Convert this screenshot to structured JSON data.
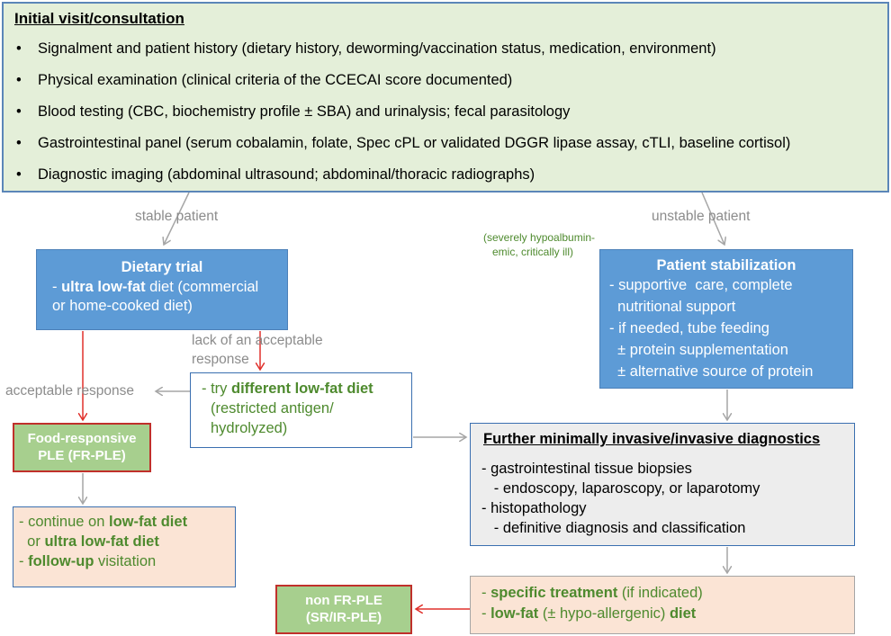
{
  "initial": {
    "title": "Initial visit/consultation",
    "items": [
      "Signalment and patient history (dietary history, deworming/vaccination status, medication, environment)",
      "Physical examination (clinical criteria of the  CCECAI score documented)",
      "Blood testing (CBC, biochemistry profile ± SBA) and urinalysis; fecal parasitology",
      "Gastrointestinal panel (serum cobalamin, folate, Spec cPL or validated DGGR lipase assay, cTLI, baseline cortisol)",
      "Diagnostic imaging (abdominal ultrasound;  abdominal/thoracic  radiographs)"
    ]
  },
  "labels": {
    "stable": "stable  patient",
    "unstable": "unstable  patient",
    "severe_line1": "(severely hypoalbumin-",
    "severe_line2": "emic, critically ill)",
    "lack_line1": "lack of an acceptable",
    "lack_line2": "response",
    "acceptable": "acceptable  response"
  },
  "dietary": {
    "title": "Dietary trial",
    "line1_prefix": "- ",
    "line1_bold": "ultra low-fat",
    "line1_rest": " diet (commercial",
    "line2": "or home-cooked  diet)"
  },
  "stabilization": {
    "title": "Patient stabilization",
    "lines": [
      "- supportive  care, complete",
      "  nutritional support",
      "- if needed, tube feeding",
      "  ± protein supplementation",
      "  ± alternative source of protein"
    ]
  },
  "try_diet": {
    "prefix": "- try ",
    "bold": "different low-fat diet",
    "line2": "(restricted antigen/",
    "line3": "hydrolyzed)"
  },
  "fr_ple": {
    "line1": "Food-responsive",
    "line2": "PLE (FR-PLE)"
  },
  "continue": {
    "l1_prefix": "- continue on ",
    "l1_bold": "low-fat diet",
    "l2_prefix": "  or ",
    "l2_bold": "ultra low-fat diet",
    "l3_prefix": "- ",
    "l3_bold": "follow-up",
    "l3_rest": " visitation"
  },
  "further": {
    "title": "Further minimally invasive/invasive diagnostics",
    "lines": [
      "- gastrointestinal tissue biopsies",
      "   - endoscopy, laparoscopy, or laparotomy",
      "- histopathology",
      "   - definitive diagnosis and classification"
    ]
  },
  "specific": {
    "l1_prefix": "- ",
    "l1_bold": "specific treatment",
    "l1_rest": " (if indicated)",
    "l2_prefix": "- ",
    "l2_bold": "low-fat",
    "l2_mid": " (± hypo-allergenic) ",
    "l2_bold2": "diet"
  },
  "non_fr": {
    "line1": "non FR-PLE",
    "line2": "(SR/IR-PLE)"
  },
  "colors": {
    "initial_bg": "#e4efd9",
    "blue_box": "#5d9bd6",
    "green_text": "#4e8a2e",
    "red_border": "#c0302b",
    "peach_bg": "#fbe4d5",
    "gray_bg": "#ededed"
  }
}
